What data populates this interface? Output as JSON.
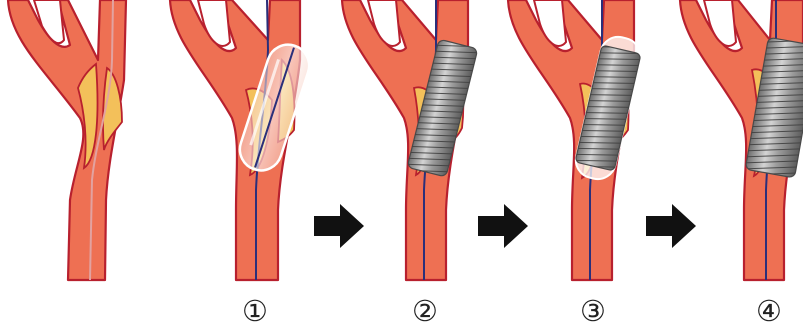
{
  "steps": [
    {
      "label": "①",
      "device": "balloon"
    },
    {
      "label": "②",
      "device": "stent"
    },
    {
      "label": "③",
      "device": "balloon-in-stent"
    },
    {
      "label": "④",
      "device": "stent"
    }
  ],
  "colors": {
    "vessel_fill": "#EE7053",
    "vessel_outline": "#B8202E",
    "plaque": "#F3C05A",
    "guidewire": "#2A2F7A",
    "guidewire_bare": "#E2A2A0",
    "stent_metal": "#A9A9A9",
    "arrow": "#111111"
  }
}
